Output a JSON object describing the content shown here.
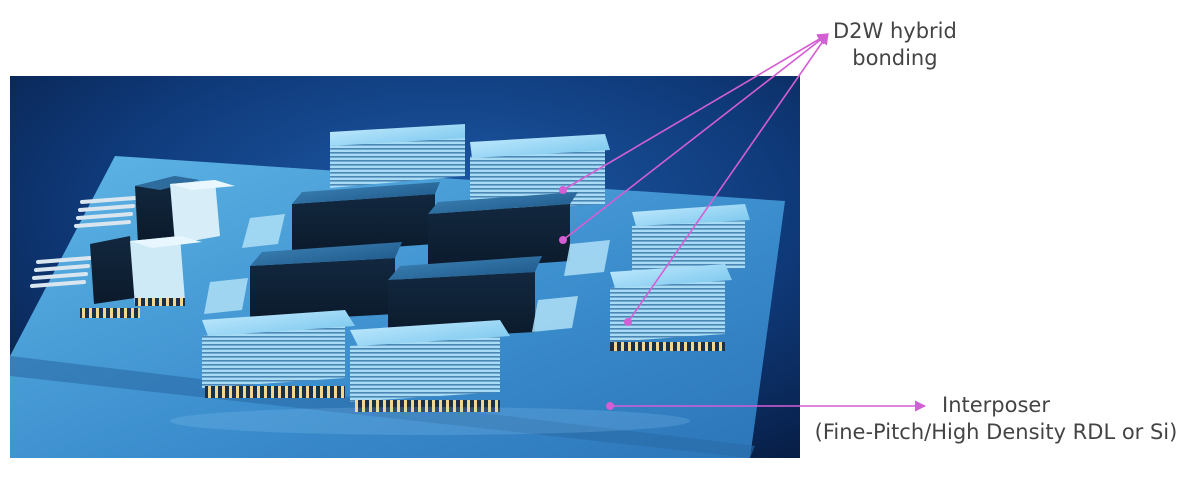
{
  "annotations": {
    "d2w": {
      "line1": "D2W hybrid",
      "line2": "bonding"
    },
    "interposer": {
      "line1": "Interposer",
      "line2": "(Fine-Pitch/High Density RDL or Si)"
    }
  },
  "colors": {
    "background": "#0a2a5c",
    "interposer": "#3b8fd0",
    "chip_top": "#8fd3f2",
    "die_dark": "#1a3350",
    "arrow": "#d45ed4",
    "label_text": "#444444"
  }
}
